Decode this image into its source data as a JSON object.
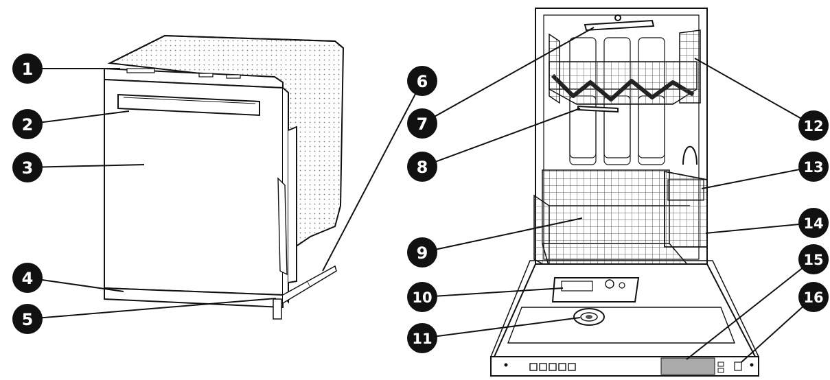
{
  "diagram": {
    "left_view": "closed dishwasher exterior",
    "right_view": "open dishwasher interior",
    "callout_color": "#111111",
    "line_color": "#111111",
    "callouts": [
      "1",
      "2",
      "3",
      "4",
      "5",
      "6",
      "7",
      "8",
      "9",
      "10",
      "11",
      "12",
      "13",
      "14",
      "15",
      "16"
    ]
  }
}
